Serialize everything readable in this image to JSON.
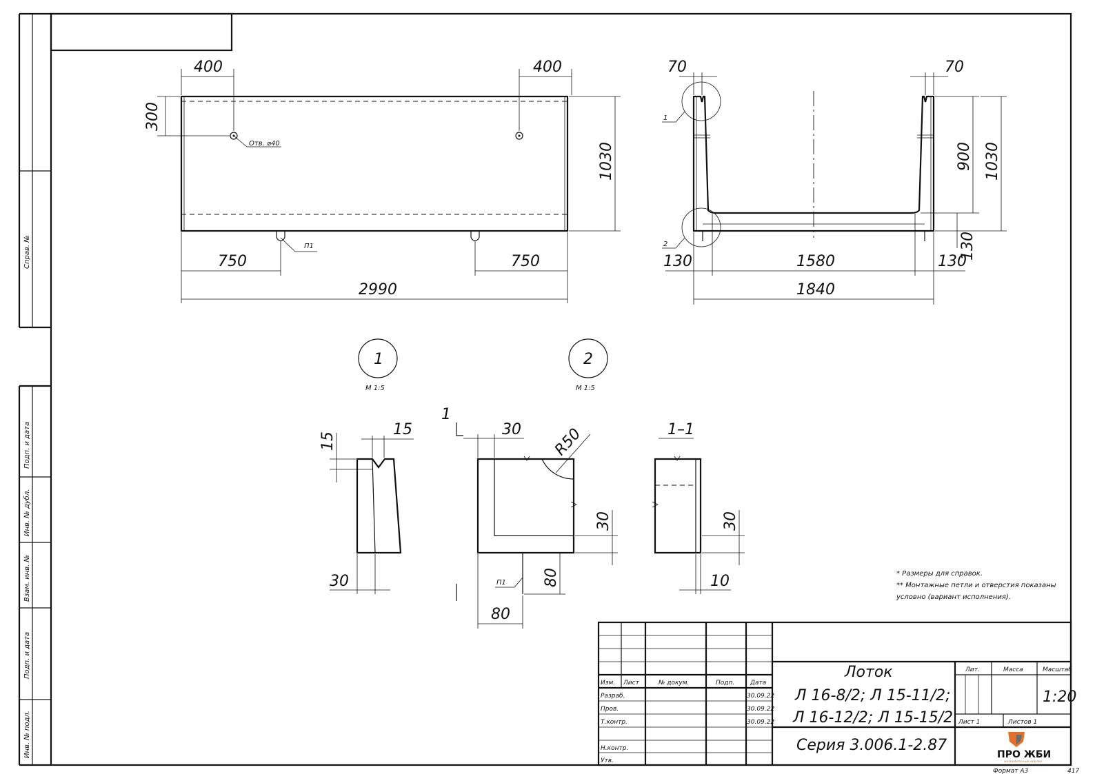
{
  "dimensions": {
    "d400_left": "400",
    "d400_right": "400",
    "d300": "300",
    "d1030_front": "1030",
    "d750_left": "750",
    "d750_right": "750",
    "d2990": "2990",
    "d70_left": "70",
    "d70_right": "70",
    "d900": "900",
    "d1030_side": "1030",
    "d130_left": "130",
    "d1580": "1580",
    "d130_right": "130",
    "d130_vert": "130",
    "d1840": "1840",
    "d15_v": "15",
    "d15_h": "15",
    "d30_n1": "30",
    "d1_mark": "1",
    "d30_n2top": "30",
    "r50": "R50",
    "d30_n2right": "30",
    "d80_vert": "80",
    "d80_horiz": "80",
    "sec_title": "1–1",
    "d30_sec": "30",
    "d10_sec": "10"
  },
  "labels": {
    "hole": "Отв. ⌀40",
    "p1_front": "П1",
    "p1_node": "П1",
    "callout1": "1",
    "callout2": "2",
    "node1_num": "1",
    "node1_scale": "М 1:5",
    "node2_num": "2",
    "node2_scale": "М 1:5"
  },
  "notes": {
    "line1": "* Размеры для справок.",
    "line2": "** Монтажные петли и отверстия показаны",
    "line3": "условно (вариант исполнения)."
  },
  "side_stamp": {
    "sprav": "Справ. №",
    "podp1": "Подп. и дата",
    "inv_dubl": "Инв. № дубл.",
    "vzam": "Взам. инв. №",
    "podp2": "Подп. и дата",
    "inv_podl": "Инв. № подл."
  },
  "title_block": {
    "hdr_izm": "Изм.",
    "hdr_list": "Лист",
    "hdr_doc": "№ докум.",
    "hdr_podp": "Подп.",
    "hdr_date": "Дата",
    "razrab": "Разраб.",
    "prov": "Пров.",
    "tkontr": "Т.контр.",
    "nkontr": "Н.контр.",
    "utv": "Утв.",
    "date1": "30.09.22",
    "date2": "30.09.22",
    "date3": "30.09.22",
    "name": "Лоток",
    "marks1": "Л 16-8/2; Л 15-11/2;",
    "marks2": "Л 16-12/2; Л 15-15/2",
    "series": "Серия 3.006.1-2.87",
    "lit": "Лит.",
    "massa": "Масса",
    "masshtab": "Масштаб",
    "scale": "1:20",
    "sheet": "Лист 1",
    "sheets": "Листов 1",
    "logo_text": "ПРО ЖБИ",
    "logo_sub": "железобетонные изделия",
    "format": "Формат А3",
    "page_code": "417"
  },
  "colors": {
    "line": "#111111",
    "logo_orange": "#e0702a",
    "logo_grey": "#6b6b6b"
  }
}
